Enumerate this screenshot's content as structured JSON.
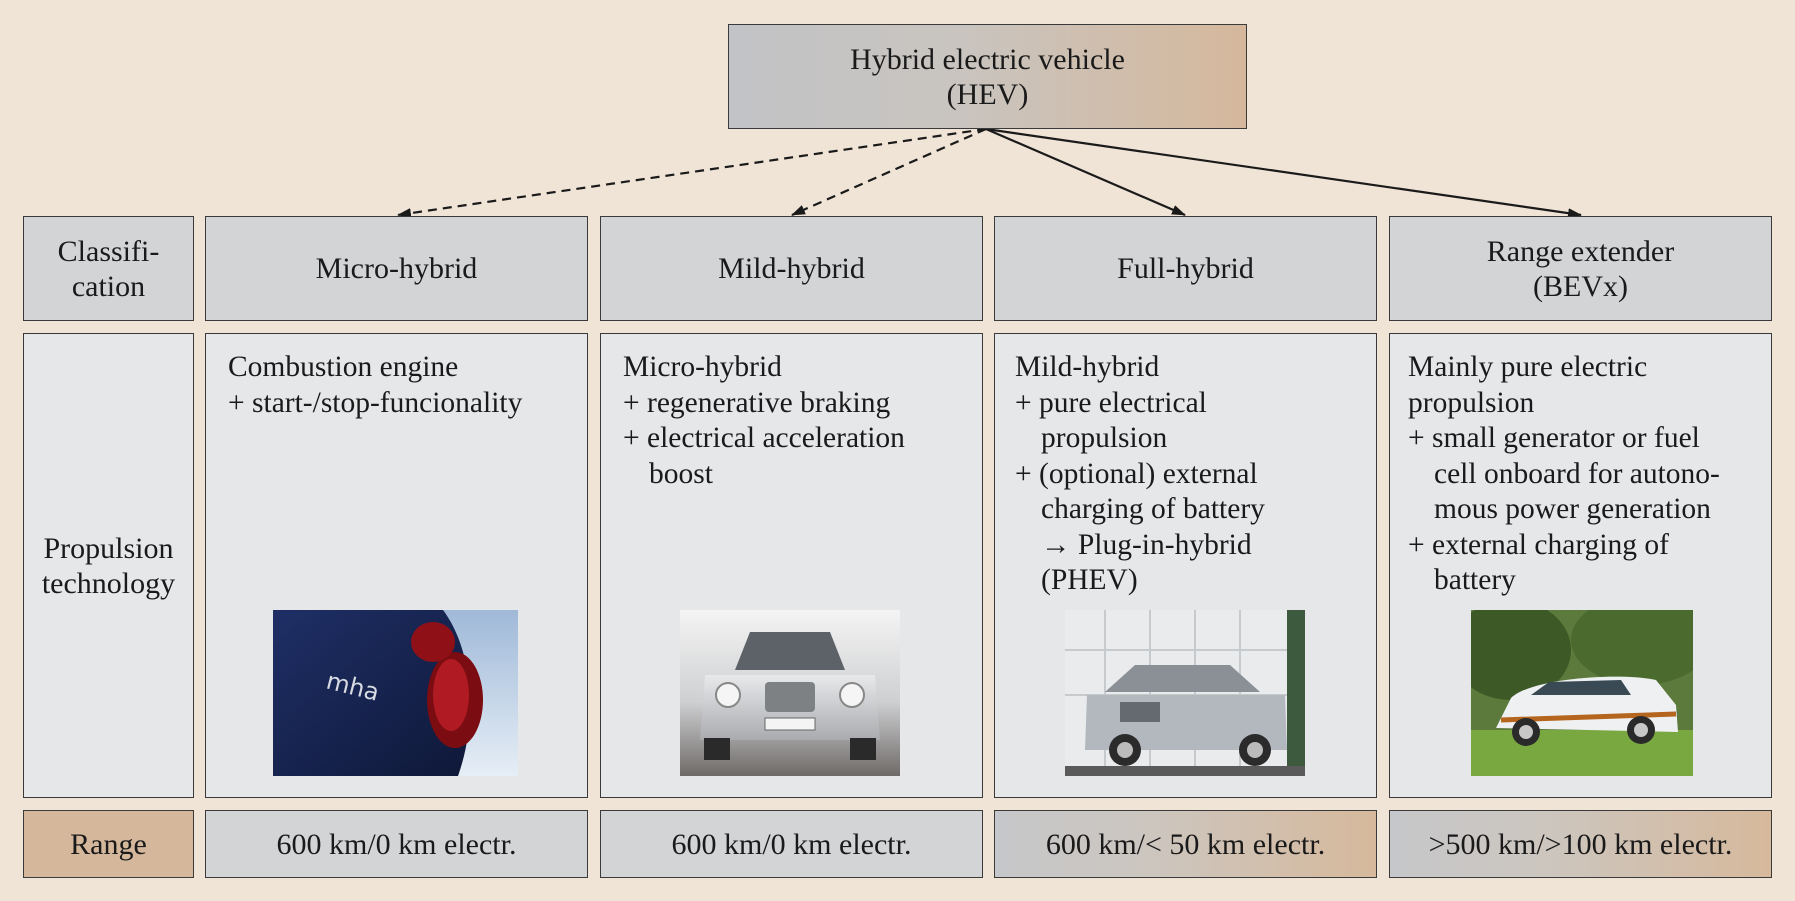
{
  "root": {
    "label": "Hybrid electric vehicle\n(HEV)"
  },
  "row_labels": {
    "classification": "Classifi-\ncation",
    "propulsion": "Propulsion\ntechnology",
    "range": "Range"
  },
  "columns": [
    {
      "title": "Micro-hybrid",
      "lines": [
        {
          "text": "Combustion engine",
          "indent": false
        },
        {
          "text": "+ start-/stop-funcionality",
          "indent": false
        }
      ],
      "range": "600 km/0 km electr.",
      "link": "dashed",
      "image": "micro-hybrid-car-photo"
    },
    {
      "title": "Mild-hybrid",
      "lines": [
        {
          "text": "Micro-hybrid",
          "indent": false
        },
        {
          "text": "+ regenerative braking",
          "indent": false
        },
        {
          "text": "+ electrical acceleration",
          "indent": false
        },
        {
          "text": "boost",
          "indent": true
        }
      ],
      "range": "600 km/0 km electr.",
      "link": "dashed",
      "image": "mild-hybrid-car-photo"
    },
    {
      "title": "Full-hybrid",
      "lines": [
        {
          "text": "Mild-hybrid",
          "indent": false
        },
        {
          "text": "+ pure electrical",
          "indent": false
        },
        {
          "text": "propulsion",
          "indent": true
        },
        {
          "text": "+ (optional) external",
          "indent": false
        },
        {
          "text": "charging of battery",
          "indent": true
        },
        {
          "text": "→ Plug-in-hybrid",
          "indent": true
        },
        {
          "text": "(PHEV)",
          "indent": true
        }
      ],
      "range": "600 km/< 50 km electr.",
      "link": "solid",
      "image": "full-hybrid-car-photo"
    },
    {
      "title": "Range extender\n(BEVx)",
      "lines": [
        {
          "text": "Mainly pure electric",
          "indent": false
        },
        {
          "text": "propulsion",
          "indent": false
        },
        {
          "text": "+ small generator or fuel",
          "indent": false
        },
        {
          "text": "cell onboard for autono-",
          "indent": true
        },
        {
          "text": "mous power generation",
          "indent": true
        },
        {
          "text": "+ external charging of",
          "indent": false
        },
        {
          "text": "battery",
          "indent": true
        }
      ],
      "range": ">500 km/>100 km electr.",
      "link": "solid",
      "image": "range-extender-car-photo"
    }
  ],
  "colors": {
    "background": "#f0e4d7",
    "box_grey": "#d3d4d6",
    "box_light": "#e6e7e9",
    "accent_tan": "#d5b89c",
    "line": "#1a1a1a"
  }
}
